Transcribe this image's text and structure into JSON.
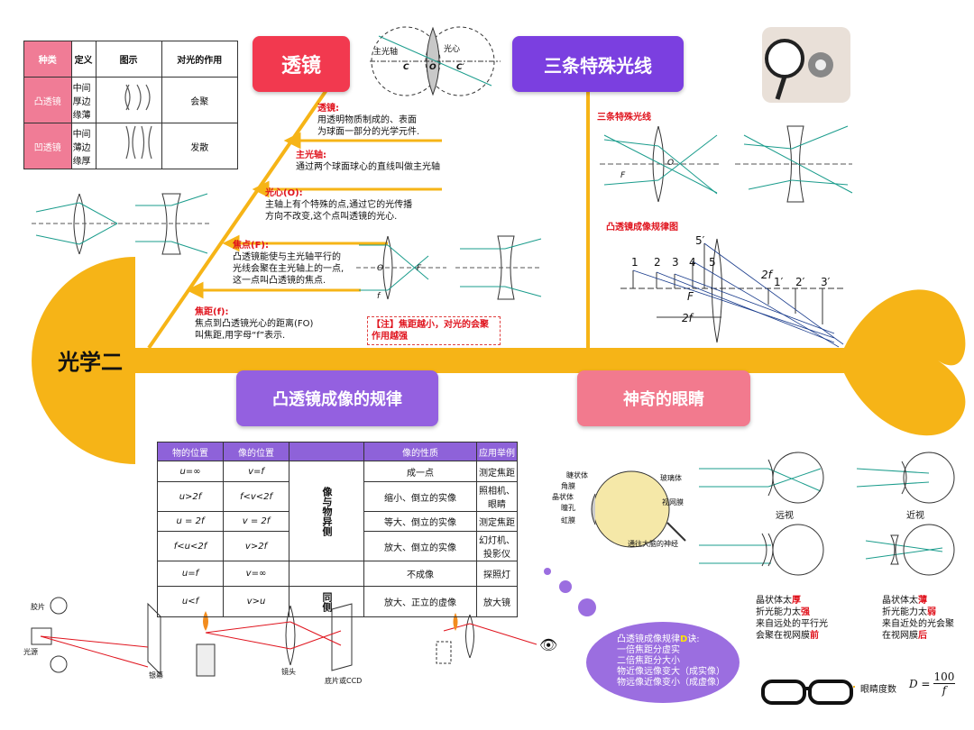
{
  "center_title": "光学二",
  "headers": {
    "lens": "透镜",
    "three_rays": "三条特殊光线",
    "imaging_rules": "凸透镜成像的规律",
    "eye": "神奇的眼睛"
  },
  "lens_table": {
    "columns": [
      "种类",
      "定义",
      "图示",
      "对光的作用"
    ],
    "rows": [
      {
        "type": "凸透镜",
        "definition": "中间厚边缘薄",
        "effect": "会聚"
      },
      {
        "type": "凹透镜",
        "definition": "中间薄边缘厚",
        "effect": "发散"
      }
    ]
  },
  "lens_diagram_labels": {
    "axis": "主光轴",
    "center": "光心",
    "c": "C",
    "o": "O",
    "c2": "C′"
  },
  "definitions": [
    {
      "term": "透镜:",
      "text1": "用透明物质制成的、表面",
      "text2": "为球面一部分的光学元件."
    },
    {
      "term": "主光轴:",
      "text1": "通过两个球面球心的直线叫做主光轴",
      "text2": ""
    },
    {
      "term": "光心(O):",
      "text1": "主轴上有个特殊的点,通过它的光传播",
      "text2": "方向不改变,这个点叫透镜的光心."
    },
    {
      "term": "焦点(F):",
      "text1": "凸透镜能使与主光轴平行的",
      "text2": "光线会聚在主光轴上的一点,",
      "text3": "这一点叫凸透镜的焦点."
    },
    {
      "term": "焦距(f):",
      "text1": "焦点到凸透镜光心的距离(FO)",
      "text2": "叫焦距,用字母“f”表示."
    }
  ],
  "focal_labels": {
    "f": "f",
    "o": "O",
    "F": "F"
  },
  "note": "【注】焦距越小，对光的会聚作用越强",
  "rays_caption": "三条特殊光线",
  "rays_labels": {
    "o": "O",
    "F": "F"
  },
  "imaging_caption": "凸透镜成像规律图",
  "imaging_labels": {
    "n1": "1",
    "n2": "2",
    "n3": "3",
    "n4": "4",
    "n5": "5",
    "n5p": "5′",
    "n1p": "1′",
    "n2p": "2′",
    "n3p": "3′",
    "twof": "2f",
    "F": "F",
    "twof2": "2f"
  },
  "imaging_table": {
    "headers": [
      "物的位置",
      "像的位置",
      "",
      "像的性质",
      "应用举例"
    ],
    "rows": [
      {
        "obj": "u=∞",
        "img": "v=f",
        "nature": "成一点",
        "app": "测定焦距"
      },
      {
        "obj": "u>2f",
        "img": "f<v<2f",
        "nature": "缩小、倒立的实像",
        "app": "照相机、眼睛"
      },
      {
        "obj": "u = 2f",
        "img": "v = 2f",
        "nature": "等大、倒立的实像",
        "app": "测定焦距"
      },
      {
        "obj": "f<u<2f",
        "img": "v>2f",
        "nature": "放大、倒立的实像",
        "app": "幻灯机、投影仪"
      },
      {
        "obj": "u=f",
        "img": "v=∞",
        "nature": "不成像",
        "app": "探照灯"
      },
      {
        "obj": "u<f",
        "img": "v>u",
        "nature": "放大、正立的虚像",
        "app": "放大镜"
      }
    ],
    "side_1": "像与物异侧",
    "side_2": "同侧"
  },
  "eye_labels": {
    "ciliary": "睫状体",
    "cornea": "角膜",
    "lens": "晶状体",
    "pupil": "瞳孔",
    "iris": "虹膜",
    "vitreous": "玻璃体",
    "retina": "视网膜",
    "nerve": "通往大脑的神经"
  },
  "vision": {
    "far_title": "远视",
    "near_title": "近视",
    "far_desc": [
      {
        "pre": "晶状体太",
        "hl": "厚"
      },
      {
        "pre": "折光能力太",
        "hl": "强"
      },
      {
        "pre": "来自远处的平行光",
        "hl": ""
      },
      {
        "pre": "会聚在视网膜",
        "hl": "前"
      }
    ],
    "near_desc": [
      {
        "pre": "晶状体太",
        "hl": "薄"
      },
      {
        "pre": "折光能力太",
        "hl": "弱"
      },
      {
        "pre": "来自近处的光会聚",
        "hl": ""
      },
      {
        "pre": "在视网膜",
        "hl": "后"
      }
    ]
  },
  "bottom_labels": {
    "slide": "胶片",
    "source": "光源",
    "screen": "银幕",
    "lens": "镜头",
    "film": "底片或CCD"
  },
  "mnemonic": {
    "title_pre": "凸透镜成像规律",
    "title_hl": "D",
    "title_post": "诀:",
    "lines": [
      "一倍焦距分虚实",
      "二倍焦距分大小",
      "物近像远像变大（成实像）",
      "物远像近像变小（成虚像）"
    ]
  },
  "diopter": {
    "label": "眼睛度数",
    "formula_left": "D =",
    "num": "100",
    "den": "f"
  },
  "colors": {
    "spine": "#f6b417",
    "lens_header": "#f2394f",
    "purple_header": "#7b3fe0",
    "imaging_header": "#9460e0",
    "eye_header": "#f27a8e",
    "red_text": "#e0141e"
  }
}
